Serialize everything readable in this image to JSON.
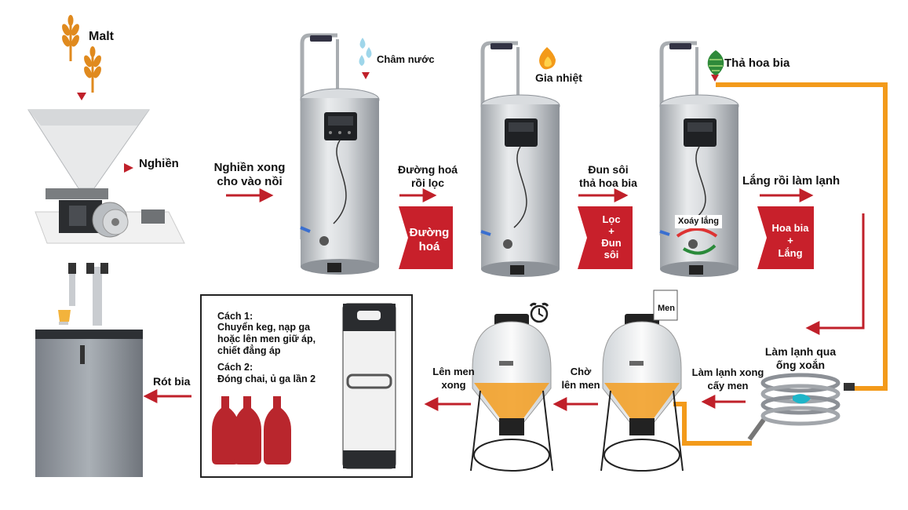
{
  "colors": {
    "arrow": "#c0202a",
    "tag": "#c8202b",
    "pipe": "#f39a1a",
    "steel": "#c9ccd0",
    "wort": "#f2a12a"
  },
  "labels": {
    "malt": "Malt",
    "nghien": "Nghiền",
    "nghien_xong": "Nghiền xong\ncho vào nồi",
    "cham_nuoc": "Châm nước",
    "duong_hoa_roi_loc": "Đường hoá\nrồi lọc",
    "gia_nhiet": "Gia nhiệt",
    "dun_soi": "Đun sôi\nthả hoa bia",
    "tha_hoa_bia": "Thả hoa bia",
    "lang_roi_lam_lanh": "Lắng rồi làm lạnh",
    "xoay_lang": "Xoáy lắng",
    "lam_lanh_ong_xoan": "Làm lạnh qua\nống xoắn",
    "lam_lanh_xong": "Làm lạnh xong\ncấy men",
    "men": "Men",
    "cho_len_men": "Chờ\nlên men",
    "len_men_xong": "Lên men\nxong",
    "rot_bia": "Rót bia"
  },
  "tags": {
    "tag1": "Đường\nhoá",
    "tag2": "Lọc\n+\nĐun\nsôi",
    "tag3": "Hoa bia\n+\nLắng"
  },
  "box": {
    "cach1_title": "Cách 1:",
    "cach1_body": "Chuyển keg, nạp ga\nhoặc lên men giữ áp,\nchiết đẳng áp",
    "cach2_title": "Cách 2:",
    "cach2_body": "Đóng chai, ủ ga lần 2"
  },
  "icons": [
    "wheat-icon",
    "water-drops-icon",
    "flame-icon",
    "hop-icon",
    "alarm-clock-icon",
    "yeast-packet-icon"
  ]
}
